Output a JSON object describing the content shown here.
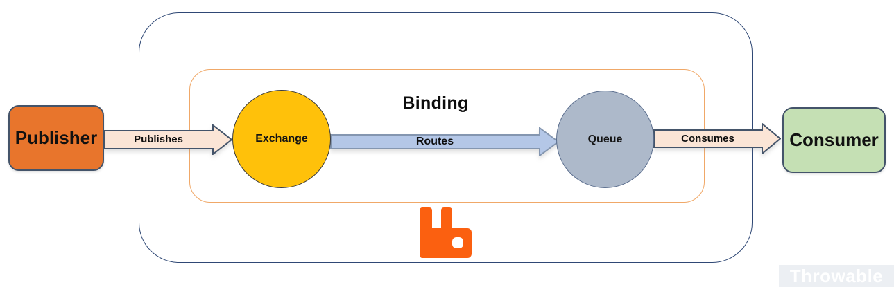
{
  "diagram": {
    "binding_label": "Binding",
    "watermark": "Throwable",
    "nodes": {
      "publisher": "Publisher",
      "exchange": "Exchange",
      "queue": "Queue",
      "consumer": "Consumer"
    },
    "flows": {
      "publishes": "Publishes",
      "routes": "Routes",
      "consumes": "Consumes"
    },
    "icons": {
      "rabbitmq": "rabbitmq-logo"
    },
    "colors": {
      "publisher_fill": "#E8752C",
      "exchange_fill": "#FFC10A",
      "queue_fill": "#ADB9CA",
      "consumer_fill": "#C5E0B4",
      "peach_arrow_fill": "#FBE5D6",
      "blue_arrow_fill": "#B4C7E7",
      "navy_border": "#44546A",
      "outer_box_border": "#2F4875",
      "binding_box_border": "#F0A868",
      "rabbitmq_orange": "#FB6010"
    }
  }
}
